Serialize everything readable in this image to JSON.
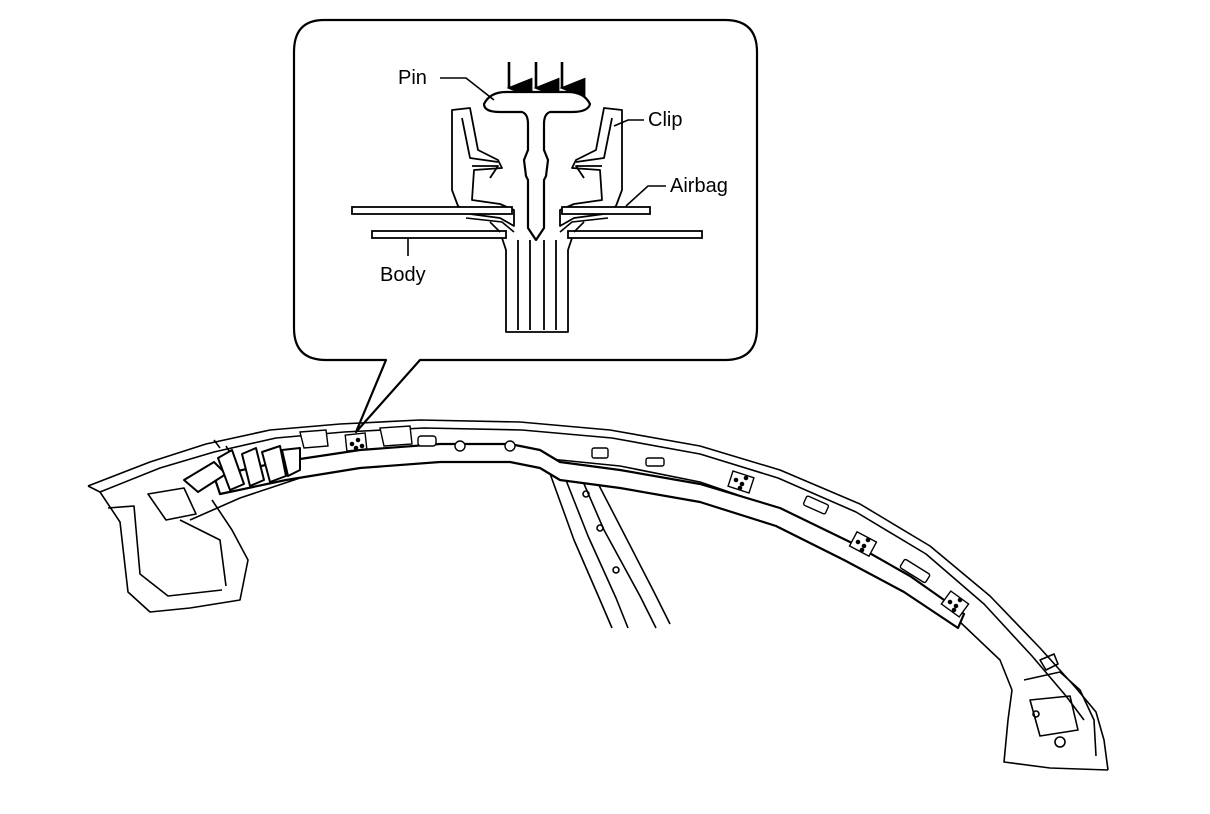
{
  "callout": {
    "labels": {
      "pin": "Pin",
      "clip": "Clip",
      "airbag": "Airbag",
      "body": "Body"
    }
  },
  "colors": {
    "line": "#000000",
    "background": "#ffffff"
  }
}
